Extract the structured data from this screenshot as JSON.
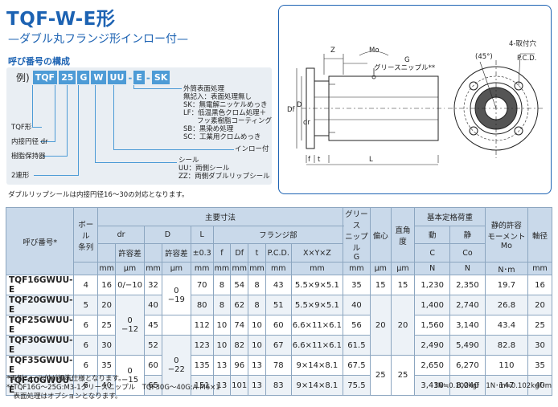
{
  "header": {
    "title": "TQF-W-E形",
    "subtitle": "—ダブル丸フランジ形インロー付—",
    "section_label": "呼び番号の構成"
  },
  "code_example": {
    "prefix": "例)",
    "segments": [
      "TQF",
      "25",
      "G",
      "W",
      "UU",
      "E",
      "SK"
    ]
  },
  "annotations": {
    "surface_title": "外筒表面処理",
    "surface_options": [
      "無記入：表面処理無し",
      "SK：無電解ニッケルめっき",
      "LF：低温黒色クロム処理＋",
      "　　フッ素樹脂コーティング",
      "SB：黒染め処理",
      "SC：工業用クロムめっき"
    ],
    "tqf": "TQF形",
    "inner_dia": "内接円径 dr",
    "retainer": "樹脂保持器",
    "double": "2連形",
    "spigot": "インロー付",
    "seal_title": "シール",
    "seal_uu": "UU：両側シール",
    "seal_zz": "ZZ：両側ダブルリップシール",
    "under_note": "ダブルリップシールは内接円径16～30の対応となります。"
  },
  "drawing": {
    "labels": {
      "mo": "Mo",
      "z": "Z",
      "g": "G",
      "grease": "グリースニップル**",
      "df": "Df",
      "d": "D",
      "dr": "dr",
      "f": "f",
      "t": "t",
      "l": "L",
      "angle": "(45°)",
      "holes": "4-取付穴",
      "pcd": "P.C.D."
    }
  },
  "table": {
    "h_model": "呼び番号*",
    "h_balls_1": "ボール",
    "h_balls_2": "条列",
    "h_main_dims": "主要寸法",
    "h_dr": "dr",
    "h_tol": "許容差",
    "h_D": "D",
    "h_tol2": "許容差",
    "h_L": "L",
    "h_L_tol": "±0.3",
    "h_flange": "フランジ部",
    "h_f": "f",
    "h_Df": "Df",
    "h_t": "t",
    "h_pcd": "P.C.D.",
    "h_xyz": "X×Y×Z",
    "h_grease_1": "グリース",
    "h_grease_2": "ニップル",
    "h_G": "G",
    "h_ecc": "偏心",
    "h_perp": "直角度",
    "h_load": "基本定格荷重",
    "h_dyn": "動",
    "h_sta": "静",
    "h_C": "C",
    "h_Co": "Co",
    "h_moment_1": "静的許容",
    "h_moment_2": "モーメント",
    "h_Mo": "Mo",
    "h_shaft": "軸径",
    "u_mm": "mm",
    "u_um": "μm",
    "u_N": "N",
    "u_Nm": "N･m",
    "rows": [
      {
        "model": "TQF16GWUU-E",
        "balls": "4",
        "dr": "16",
        "dr_tol": "0/−10",
        "D": "32",
        "L": "70",
        "f": "8",
        "Df": "54",
        "t": "8",
        "pcd": "43",
        "xyz": "5.5×9×5.1",
        "G": "35",
        "C": "1,230",
        "Co": "2,350",
        "Mo": "19.7",
        "shaft": "16"
      },
      {
        "model": "TQF20GWUU-E",
        "balls": "5",
        "dr": "20",
        "dr_tol": "",
        "D": "40",
        "L": "80",
        "f": "8",
        "Df": "62",
        "t": "8",
        "pcd": "51",
        "xyz": "5.5×9×5.1",
        "G": "40",
        "C": "1,400",
        "Co": "2,740",
        "Mo": "26.8",
        "shaft": "20"
      },
      {
        "model": "TQF25GWUU-E",
        "balls": "6",
        "dr": "25",
        "dr_tol": "",
        "D": "45",
        "L": "112",
        "f": "10",
        "Df": "74",
        "t": "10",
        "pcd": "60",
        "xyz": "6.6×11×6.1",
        "G": "56",
        "C": "1,560",
        "Co": "3,140",
        "Mo": "43.4",
        "shaft": "25"
      },
      {
        "model": "TQF30GWUU-E",
        "balls": "6",
        "dr": "30",
        "dr_tol": "",
        "D": "52",
        "L": "123",
        "f": "10",
        "Df": "82",
        "t": "10",
        "pcd": "67",
        "xyz": "6.6×11×6.1",
        "G": "61.5",
        "C": "2,490",
        "Co": "5,490",
        "Mo": "82.8",
        "shaft": "30"
      },
      {
        "model": "TQF35GWUU-E",
        "balls": "6",
        "dr": "35",
        "dr_tol": "",
        "D": "60",
        "L": "135",
        "f": "13",
        "Df": "96",
        "t": "13",
        "pcd": "78",
        "xyz": "9×14×8.1",
        "G": "67.5",
        "C": "2,650",
        "Co": "6,270",
        "Mo": "110",
        "shaft": "35"
      },
      {
        "model": "TQF40GWUU-E",
        "balls": "6",
        "dr": "40",
        "dr_tol": "",
        "D": "65",
        "L": "151",
        "f": "13",
        "Df": "101",
        "t": "13",
        "pcd": "83",
        "xyz": "9×14×8.1",
        "G": "75.5",
        "C": "3,430",
        "Co": "8,040",
        "Mo": "147",
        "shaft": "40"
      }
    ],
    "merged": {
      "dr_tol_a_1": "0",
      "dr_tol_a_2": "−12",
      "dr_tol_b_1": "0",
      "dr_tol_b_2": "−15",
      "D_tol_a_1": "0",
      "D_tol_a_2": "−19",
      "D_tol_b_1": "0",
      "D_tol_b_2": "−22",
      "ecc_a": "15",
      "ecc_b": "20",
      "ecc_c": "25",
      "perp_a": "15",
      "perp_b": "20",
      "perp_c": "25"
    }
  },
  "footnotes": {
    "left_1": "*両側シール付が標準仕様となります。",
    "left_2": "**TQF16G～25G:M3-1グリースニップル　TQF30G～40G:A-M6×1",
    "left_3": "　表面処理はオプションとなります。",
    "right": "1N≒0.102kgf　1N･m≒0.102kgf･m"
  },
  "colors": {
    "brand_blue": "#1d63b3",
    "segment_blue": "#4d9bd6",
    "header_fill": "#c9d9ea"
  }
}
